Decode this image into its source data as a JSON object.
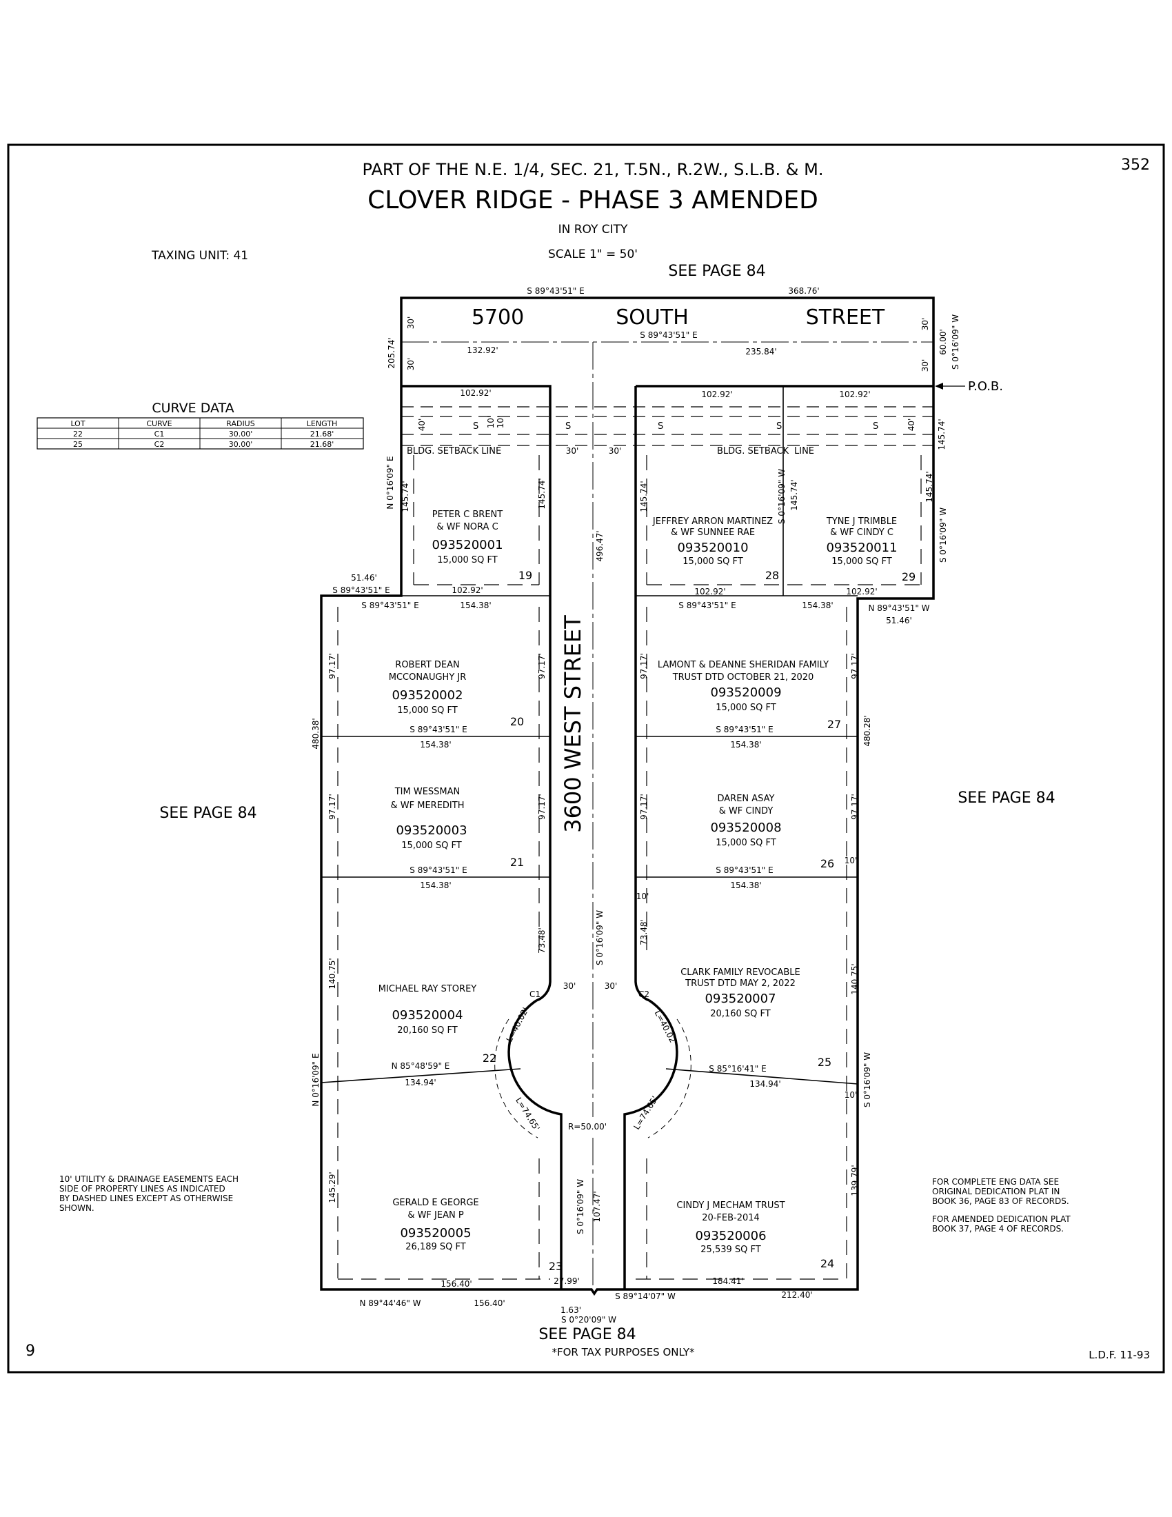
{
  "header": {
    "page_number": "352",
    "part_of": "PART OF THE N.E. 1/4, SEC. 21, T.5N., R.2W., S.L.B. & M.",
    "title": "CLOVER RIDGE - PHASE 3 AMENDED",
    "city": "IN ROY CITY",
    "scale": "SCALE 1\" = 50'",
    "taxing_unit": "TAXING UNIT: 41",
    "see_page_top": "SEE PAGE 84"
  },
  "footer": {
    "sheet_number": "9",
    "see_page_bottom": "SEE PAGE 84",
    "tax_note": "*FOR TAX PURPOSES ONLY*",
    "ldf": "L.D.F. 11-93"
  },
  "side_refs": {
    "left": "SEE PAGE 84",
    "right": "SEE PAGE 84"
  },
  "streets": {
    "south_a": "5700",
    "south_b": "SOUTH",
    "south_c": "STREET",
    "west": "3600 WEST STREET"
  },
  "curve_table": {
    "title": "CURVE  DATA",
    "headers": [
      "LOT",
      "CURVE",
      "RADIUS",
      "LENGTH"
    ],
    "rows": [
      [
        "22",
        "C1",
        "30.00'",
        "21.68'"
      ],
      [
        "25",
        "C2",
        "30.00'",
        "21.68'"
      ]
    ]
  },
  "notes": {
    "easement": [
      "10' UTILITY & DRAINAGE EASEMENTS EACH",
      "SIDE OF PROPERTY LINES AS INDICATED",
      "BY DASHED LINES EXCEPT AS OTHERWISE",
      "SHOWN."
    ],
    "eng_data": [
      "FOR COMPLETE ENG DATA SEE",
      "ORIGINAL DEDICATION PLAT IN",
      "BOOK 36, PAGE 83 OF RECORDS."
    ],
    "amended": [
      "FOR AMENDED DEDICATION PLAT",
      "BOOK 37, PAGE 4 OF RECORDS."
    ],
    "pob": "P.O.B.",
    "setback_left": "BLDG. SETBACK LINE",
    "setback_right_a": "BLDG. SETBACK",
    "setback_right_b": "LINE"
  },
  "lots": [
    {
      "lot": "19",
      "owner": [
        "PETER C BRENT",
        "& WF NORA C"
      ],
      "parcel": "093520001",
      "area": "15,000 SQ FT"
    },
    {
      "lot": "20",
      "owner": [
        "ROBERT DEAN",
        "MCCONAUGHY JR"
      ],
      "parcel": "093520002",
      "area": "15,000 SQ FT"
    },
    {
      "lot": "21",
      "owner": [
        "TIM WESSMAN",
        "& WF MEREDITH"
      ],
      "parcel": "093520003",
      "area": "15,000 SQ FT"
    },
    {
      "lot": "22",
      "owner": [
        "MICHAEL RAY STOREY",
        ""
      ],
      "parcel": "093520004",
      "area": "20,160 SQ FT"
    },
    {
      "lot": "23",
      "owner": [
        "GERALD E GEORGE",
        "& WF JEAN P"
      ],
      "parcel": "093520005",
      "area": "26,189 SQ FT"
    },
    {
      "lot": "24",
      "owner": [
        "CINDY J MECHAM TRUST",
        "20-FEB-2014"
      ],
      "parcel": "093520006",
      "area": "25,539 SQ FT"
    },
    {
      "lot": "25",
      "owner": [
        "CLARK FAMILY REVOCABLE",
        "TRUST DTD MAY 2, 2022"
      ],
      "parcel": "093520007",
      "area": "20,160 SQ FT"
    },
    {
      "lot": "26",
      "owner": [
        "DAREN ASAY",
        "& WF CINDY"
      ],
      "parcel": "093520008",
      "area": "15,000 SQ FT"
    },
    {
      "lot": "27",
      "owner": [
        "LAMONT & DEANNE SHERIDAN FAMILY",
        "TRUST DTD OCTOBER 21, 2020"
      ],
      "parcel": "093520009",
      "area": "15,000 SQ FT"
    },
    {
      "lot": "28",
      "owner": [
        "JEFFREY ARRON MARTINEZ",
        "& WF SUNNEE RAE"
      ],
      "parcel": "093520010",
      "area": "15,000 SQ FT"
    },
    {
      "lot": "29",
      "owner": [
        "TYNE J TRIMBLE",
        "& WF CINDY C"
      ],
      "parcel": "093520011",
      "area": "15,000 SQ FT"
    }
  ],
  "dims": {
    "top_bearing": "S 89°43'51\" E",
    "top_length": "368.76'",
    "street_bearing": "S 89°43'51\" E",
    "street_left": "132.92'",
    "street_right": "235.84'",
    "north_side": "205.74'",
    "east_bearing": "S 0°16'09\" W",
    "east_street": "60.00'",
    "d102": "102.92'",
    "d145": "145.74'",
    "d154": "154.38'",
    "d97": "97.17'",
    "d30": "30'",
    "d40": "40'",
    "d10": "10'",
    "d51": "51.46'",
    "d496": "496.47'",
    "west_n": "N 0°16'09\" E",
    "bearing_e": "S 89°43'51\" E",
    "bearing_nw": "N 89°43'51\" W",
    "d480l": "480.38'",
    "d480r": "480.28'",
    "d73": "73.48'",
    "d140l": "140.75'",
    "d140r": "140.75'",
    "b22": "N 85°48'59\" E",
    "b25": "S 85°16'41\" E",
    "d134": "134.94'",
    "l40": "L=40.02'",
    "l74": "L=74.65'",
    "r50": "R=50.00'",
    "c1": "C1",
    "c2": "C2",
    "d145b": "145.29'",
    "d139": "139.79'",
    "d107": "107.47'",
    "bottom_w": "N 89°44'46\" W",
    "d156": "156.40'",
    "d27": "27.99'",
    "bearing_bot_r": "S 89°14'07\" W",
    "d184": "184.41'",
    "d212": "212.40'",
    "d163": "1.63'",
    "b020": "S 0°20'09\" W",
    "s_label": "S"
  }
}
